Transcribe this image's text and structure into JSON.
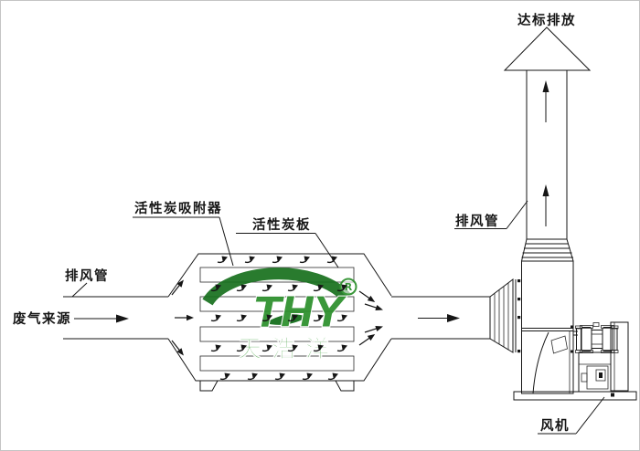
{
  "labels": {
    "emission": "达标排放",
    "stack_pipe": "排风管",
    "adsorber": "活性炭吸附器",
    "carbon_plate": "活性炭板",
    "inlet_pipe": "排风管",
    "gas_source": "废气来源",
    "fan": "风机"
  },
  "logo": {
    "text": "THY",
    "registered": "R",
    "cn": "天浩洋"
  },
  "colors": {
    "line": "#161616",
    "logo_green": "#2a8f2a",
    "logo_dark_green": "#17701d",
    "background": "#ffffff"
  }
}
